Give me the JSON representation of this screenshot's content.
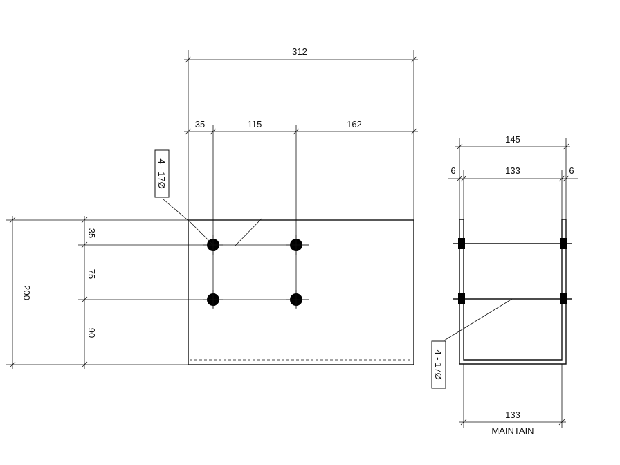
{
  "plan_view": {
    "overall_width": "312",
    "seg_left": "35",
    "seg_mid": "115",
    "seg_right": "162",
    "overall_height": "200",
    "v_top": "35",
    "v_mid": "75",
    "v_bottom": "90",
    "hole_callout": "4 - 17Ø"
  },
  "section_view": {
    "overall_width": "145",
    "flange_left": "6",
    "inner_width": "133",
    "flange_right": "6",
    "hole_callout": "4 - 17Ø",
    "bottom_width": "133",
    "bottom_note": "MAINTAIN"
  }
}
